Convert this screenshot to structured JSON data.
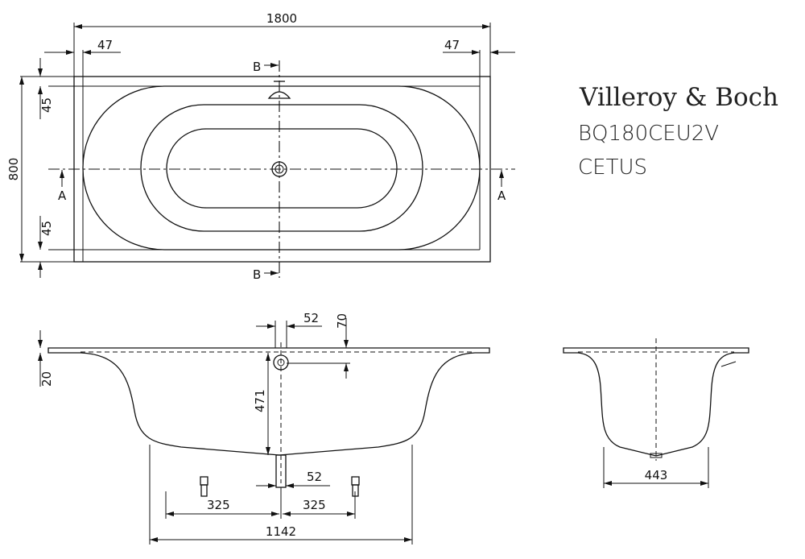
{
  "title_block": {
    "brand": "Villeroy & Boch",
    "model_code": "BQ180CEU2V",
    "series_name": "CETUS"
  },
  "top_view": {
    "length": "1800",
    "width": "800",
    "rim_left": "47",
    "rim_right": "47",
    "rim_top": "45",
    "rim_bottom": "45",
    "section_b_top": "B",
    "section_b_bottom": "B",
    "section_a_left": "A",
    "section_a_right": "A"
  },
  "side_view": {
    "rim_thickness": "20",
    "overflow_offset": "52",
    "overflow_height": "70",
    "depth_to_drain": "471",
    "drain_diameter": "52",
    "foot_left": "325",
    "foot_right": "325",
    "base_length": "1142"
  },
  "end_view": {
    "base_width": "443"
  }
}
